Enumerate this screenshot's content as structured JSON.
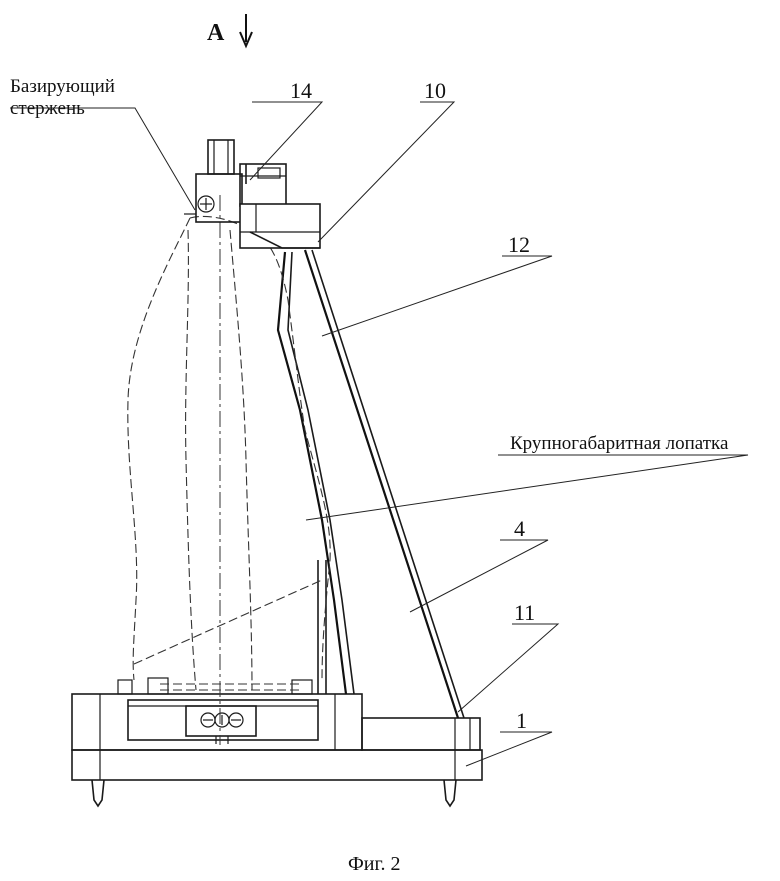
{
  "labels": {
    "view_letter": "А",
    "base_rod_line1": "Базирующий",
    "base_rod_line2": "стержень",
    "num_14": "14",
    "num_10": "10",
    "num_12": "12",
    "blade": "Крупногабаритная лопатка",
    "num_4": "4",
    "num_11": "11",
    "num_1": "1",
    "caption": "Фиг. 2"
  }
}
